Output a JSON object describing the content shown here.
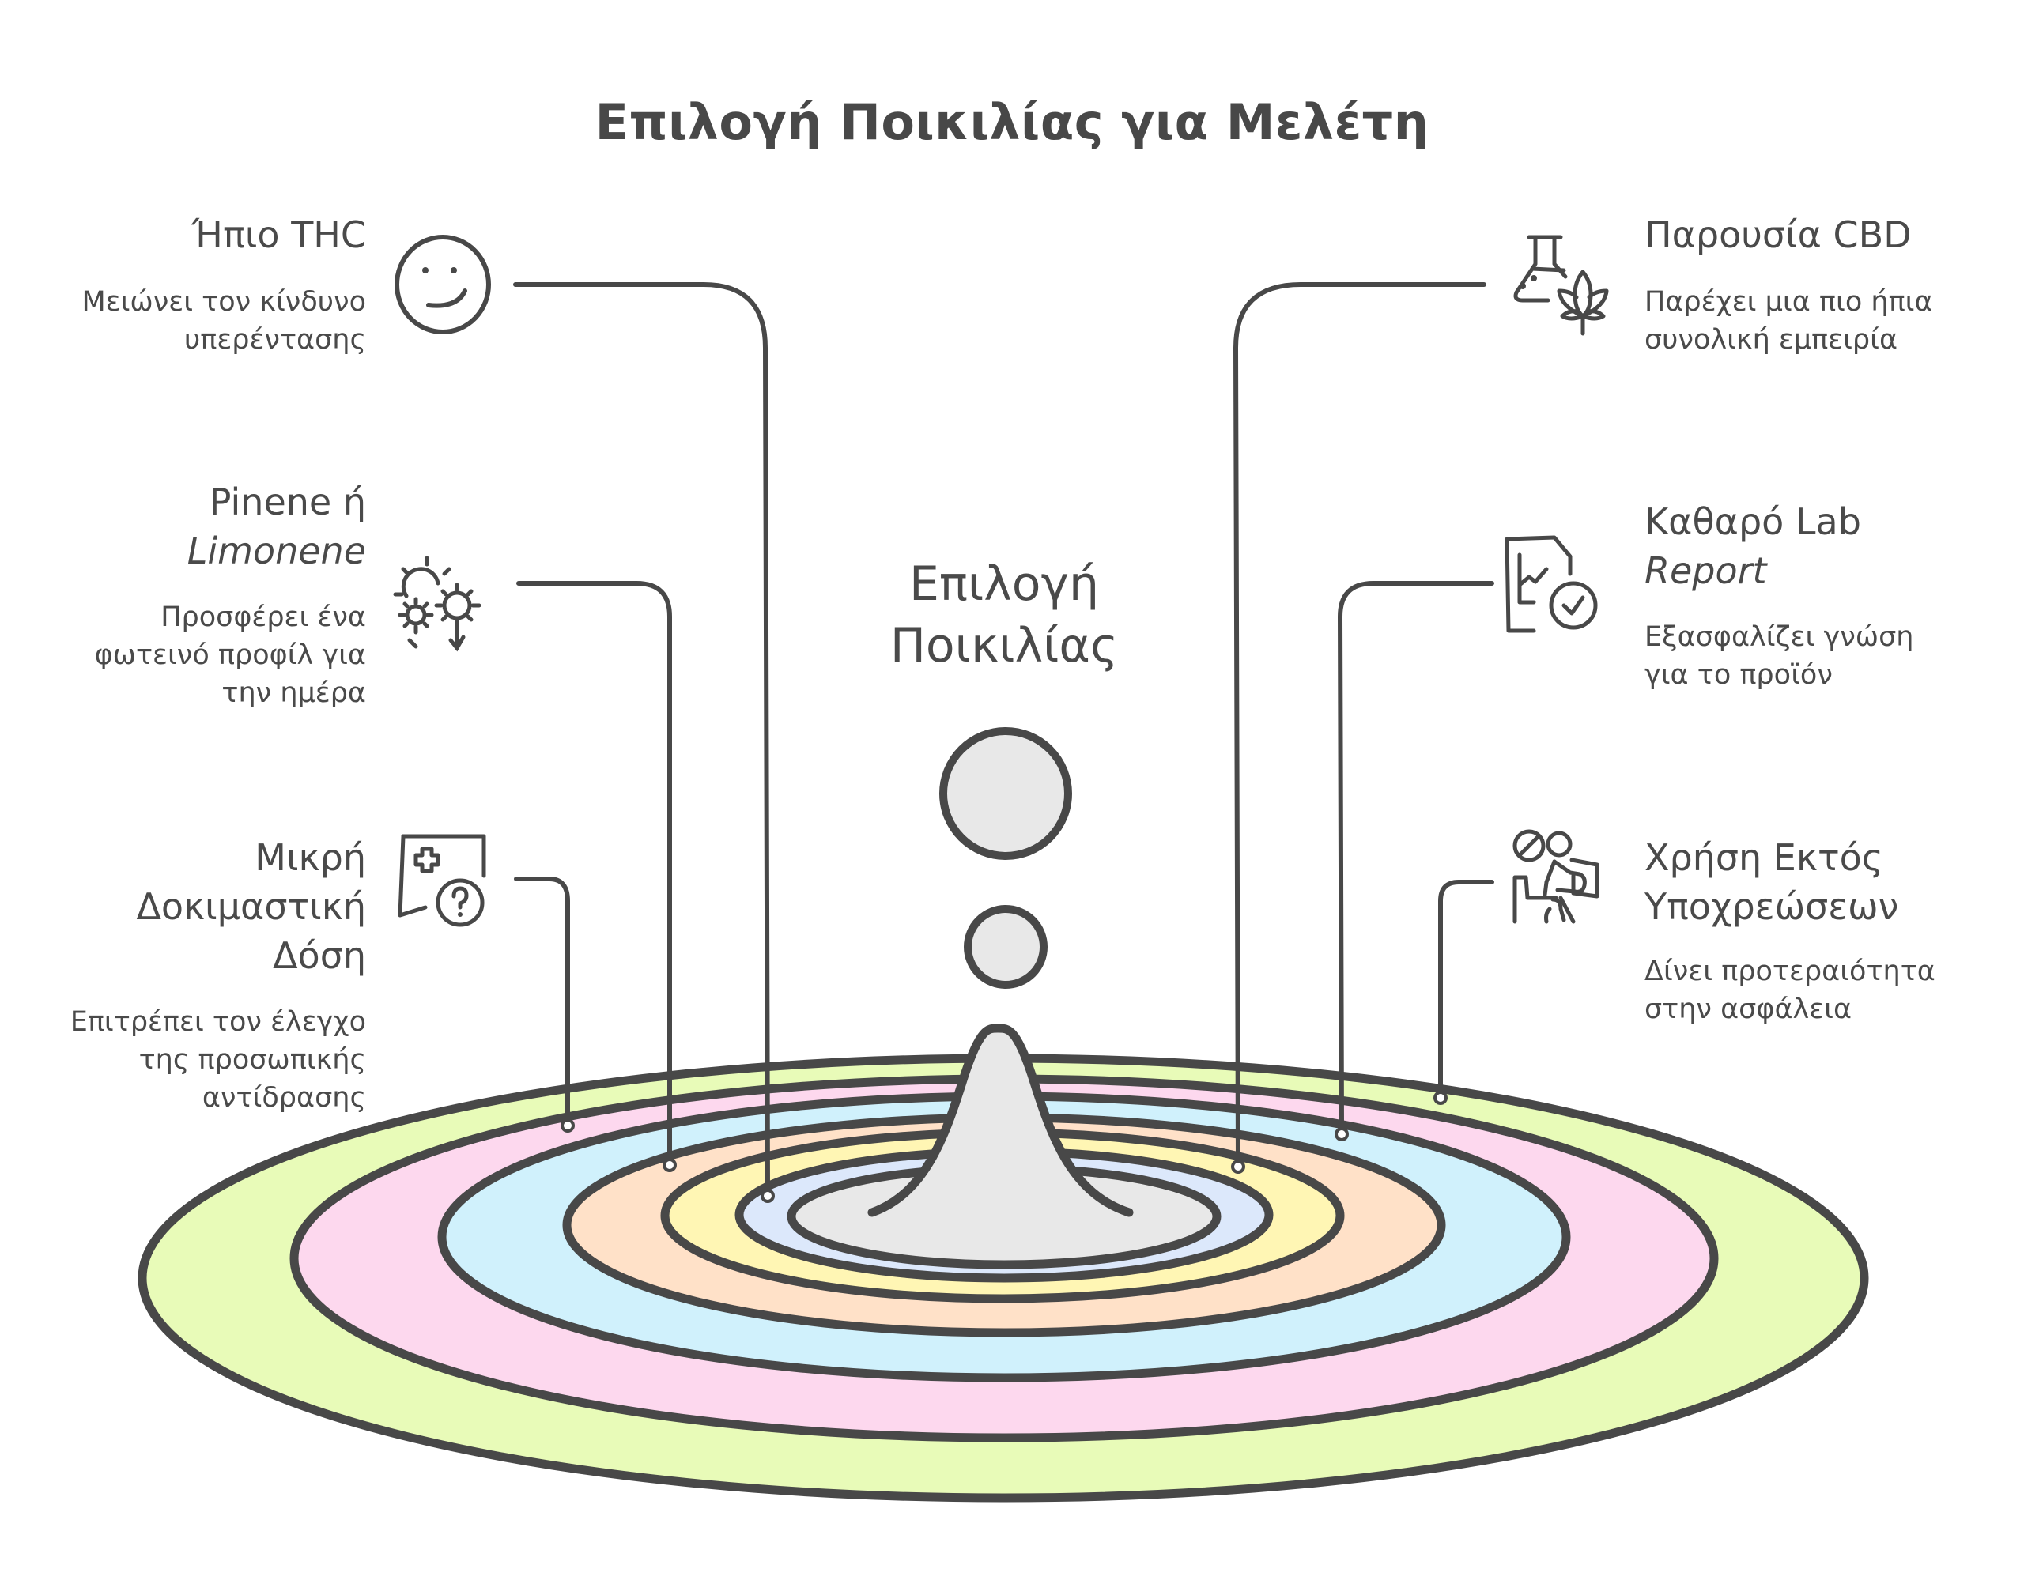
{
  "title": "Επιλογή Ποικιλίας για Μελέτη",
  "center": {
    "line1": "Επιλογή",
    "line2": "Ποικιλίας"
  },
  "colors": {
    "stroke": "#484848",
    "ring_lime": "#E8FBB8",
    "ring_pink": "#FDD8EE",
    "ring_cyan": "#D0F1FC",
    "ring_peach": "#FFE1C8",
    "ring_yellow": "#FFF6B4",
    "ring_lavender": "#DCE8FB",
    "center_gray": "#E8E8E8"
  },
  "left_items": [
    {
      "icon": "smiley-face-icon",
      "title_lines": [
        "Ήπιο THC"
      ],
      "desc_lines": [
        "Μειώνει τον κίνδυνο",
        "υπερέντασης"
      ]
    },
    {
      "icon": "sun-flowers-icon",
      "title_lines": [
        "Pinene ή",
        "Limonene"
      ],
      "desc_lines": [
        "Προσφέρει ένα",
        "φωτεινό προφίλ για",
        "την ημέρα"
      ]
    },
    {
      "icon": "medical-question-chat-icon",
      "title_lines": [
        "Μικρή",
        "Δοκιμαστική",
        "Δόση"
      ],
      "desc_lines": [
        "Επιτρέπει τον έλεγχο",
        "της προσωπικής",
        "αντίδρασης"
      ]
    }
  ],
  "right_items": [
    {
      "icon": "flask-cannabis-leaf-icon",
      "title_lines": [
        "Παρουσία CBD"
      ],
      "desc_lines": [
        "Παρέχει μια πιο ήπια",
        "συνολική εμπειρία"
      ]
    },
    {
      "icon": "lab-report-check-icon",
      "title_lines": [
        "Καθαρό Lab",
        "Report"
      ],
      "desc_lines": [
        "Εξασφαλίζει γνώση",
        "για το προϊόν"
      ]
    },
    {
      "icon": "person-reading-no-sign-icon",
      "title_lines": [
        "Χρήση Εκτός",
        "Υποχρεώσεων"
      ],
      "desc_lines": [
        "Δίνει προτεραιότητα",
        "στην ασφάλεια"
      ]
    }
  ]
}
